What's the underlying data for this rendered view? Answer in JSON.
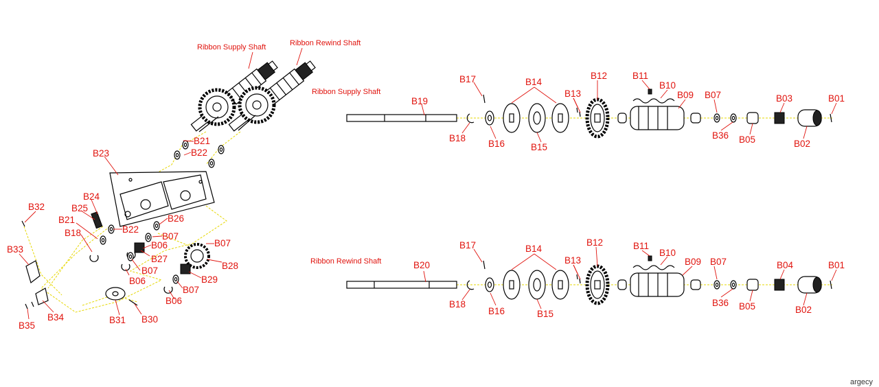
{
  "titles": {
    "supply_top": "Ribbon Supply Shaft",
    "rewind_top": "Ribbon Rewind Shaft",
    "supply_row": "Ribbon Supply Shaft",
    "rewind_row": "Ribbon Rewind Shaft"
  },
  "labels": {
    "left": {
      "b21a": "B21",
      "b22a": "B22",
      "b23": "B23",
      "b24": "B24",
      "b25": "B25",
      "b21b": "B21",
      "b18": "B18",
      "b22b": "B22",
      "b26": "B26",
      "b07a": "B07",
      "b06a": "B06",
      "b07b": "B07",
      "b27": "B27",
      "b07c": "B07",
      "b06b": "B06",
      "b28": "B28",
      "b29": "B29",
      "b07d": "B07",
      "b06c": "B06",
      "b31": "B31",
      "b30": "B30",
      "b32": "B32",
      "b33": "B33",
      "b34": "B34",
      "b35": "B35"
    },
    "supply": {
      "b19": "B19",
      "b17": "B17",
      "b18": "B18",
      "b16": "B16",
      "b14": "B14",
      "b15": "B15",
      "b13": "B13",
      "b12": "B12",
      "b11": "B11",
      "b10": "B10",
      "b09": "B09",
      "b07": "B07",
      "b36": "B36",
      "b05": "B05",
      "b03": "B03",
      "b02": "B02",
      "b01": "B01"
    },
    "rewind": {
      "b20": "B20",
      "b17": "B17",
      "b18": "B18",
      "b16": "B16",
      "b14": "B14",
      "b15": "B15",
      "b13": "B13",
      "b12": "B12",
      "b11": "B11",
      "b10": "B10",
      "b09": "B09",
      "b07": "B07",
      "b36": "B36",
      "b05": "B05",
      "b04": "B04",
      "b02": "B02",
      "b01": "B01"
    }
  },
  "watermark": "argecy",
  "colors": {
    "label": "#e0120c",
    "leader": "#e0120c",
    "assembly_line": "#e6d700",
    "line_art": "#000000"
  }
}
